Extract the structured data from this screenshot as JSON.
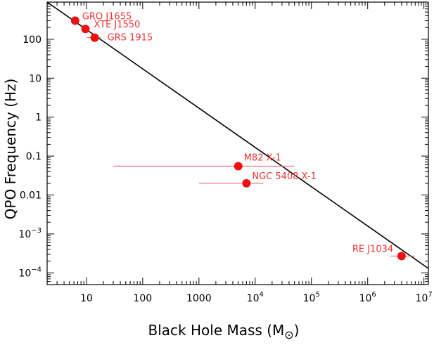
{
  "chart_data": {
    "type": "scatter",
    "xlabel": "Black Hole Mass (M",
    "xlabel_subscript": "⊙",
    "xlabel_close": ")",
    "ylabel": "QPO Frequency (Hz)",
    "xscale": "log",
    "yscale": "log",
    "xlim": [
      2,
      12000000
    ],
    "ylim": [
      5e-05,
      900
    ],
    "x_ticks": [
      {
        "v": 10,
        "base": "10",
        "exp": ""
      },
      {
        "v": 100,
        "base": "100",
        "exp": ""
      },
      {
        "v": 1000,
        "base": "1000",
        "exp": ""
      },
      {
        "v": 10000,
        "base": "10",
        "exp": "4"
      },
      {
        "v": 100000,
        "base": "10",
        "exp": "5"
      },
      {
        "v": 1000000,
        "base": "10",
        "exp": "6"
      },
      {
        "v": 10000000,
        "base": "10",
        "exp": "7"
      }
    ],
    "y_ticks": [
      {
        "v": 0.0001,
        "base": "10",
        "exp": "−4"
      },
      {
        "v": 0.001,
        "base": "10",
        "exp": "−3"
      },
      {
        "v": 0.01,
        "base": "0.01",
        "exp": ""
      },
      {
        "v": 0.1,
        "base": "0.1",
        "exp": ""
      },
      {
        "v": 1,
        "base": "1",
        "exp": ""
      },
      {
        "v": 10,
        "base": "10",
        "exp": ""
      },
      {
        "v": 100,
        "base": "100",
        "exp": ""
      }
    ],
    "points": [
      {
        "name": "GRO J1655",
        "x": 6.3,
        "y": 300,
        "xerr": [
          6.3,
          6.3
        ]
      },
      {
        "name": "XTE J1550",
        "x": 9.6,
        "y": 184,
        "xerr": [
          9.6,
          9.6
        ]
      },
      {
        "name": "GRS 1915",
        "x": 14,
        "y": 110,
        "xerr": [
          10,
          18
        ]
      },
      {
        "name": "M82 X-1",
        "x": 5000,
        "y": 0.055,
        "xerr": [
          30,
          50000
        ]
      },
      {
        "name": "NGC 5408 X-1",
        "x": 7000,
        "y": 0.02,
        "xerr": [
          1000,
          14000
        ]
      },
      {
        "name": "RE J1034",
        "x": 4000000,
        "y": 0.00027,
        "xerr": [
          2500000,
          7000000
        ]
      }
    ],
    "fit_line": {
      "x": [
        2,
        12000000
      ],
      "y": [
        900,
        0.00013
      ]
    },
    "grid": false,
    "colors": {
      "points": "#ee1111",
      "labels": "#ee3333",
      "errorbars": "#f07070",
      "line": "#000000"
    }
  }
}
